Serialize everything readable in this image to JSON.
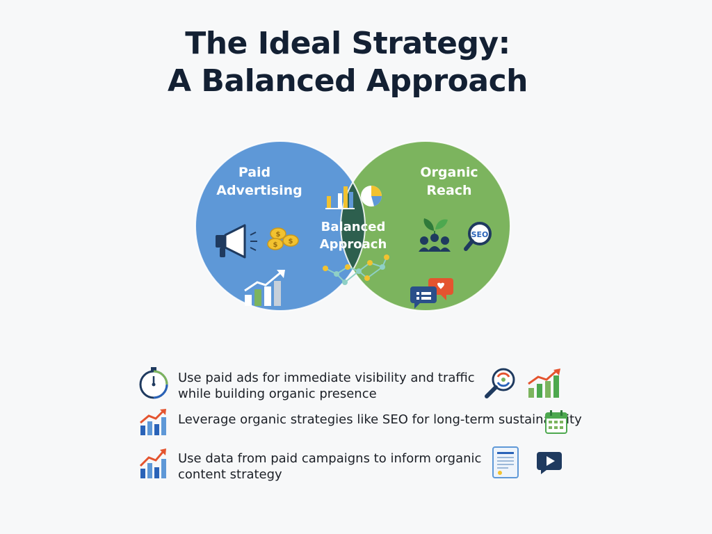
{
  "title": {
    "line1": "The Ideal Strategy:",
    "line2": "A Balanced Approach"
  },
  "venn": {
    "left": {
      "label_line1": "Paid",
      "label_line2": "Advertising",
      "color": "#5e98d7"
    },
    "right": {
      "label_line1": "Organic",
      "label_line2": "Reach",
      "color": "#7cb45e"
    },
    "center": {
      "label_line1": "Balanced",
      "label_line2": "Approach",
      "color": "#2d5f4e"
    },
    "icons": {
      "left": [
        "megaphone-icon",
        "coins-icon",
        "growth-chart-icon"
      ],
      "center": [
        "bar-chart-icon",
        "pie-chart-icon",
        "network-icon"
      ],
      "right": [
        "plant-people-icon",
        "seo-magnifier-icon",
        "chat-bubbles-icon"
      ]
    }
  },
  "bullets": [
    {
      "line1": "Use paid ads for immediate visibility and traffic",
      "line2": "while building organic presence",
      "icon": "stopwatch-icon"
    },
    {
      "line1": "Leverage organic strategies like SEO for long-term sustainability",
      "line2": "",
      "icon": "trend-chart-icon"
    },
    {
      "line1": "Use data from paid campaigns to inform organic",
      "line2": "content strategy",
      "icon": "trend-chart-icon"
    }
  ],
  "side_icons": [
    "magnifier-icon",
    "bar-growth-icon",
    "calendar-icon",
    "document-icon",
    "video-icon"
  ],
  "colors": {
    "title": "#132033",
    "blue": "#5e98d7",
    "green": "#7cb45e",
    "dark_green": "#2d5f4e",
    "navy": "#1f3a5f",
    "accent_red": "#e4542f",
    "accent_yellow": "#f2c230"
  }
}
